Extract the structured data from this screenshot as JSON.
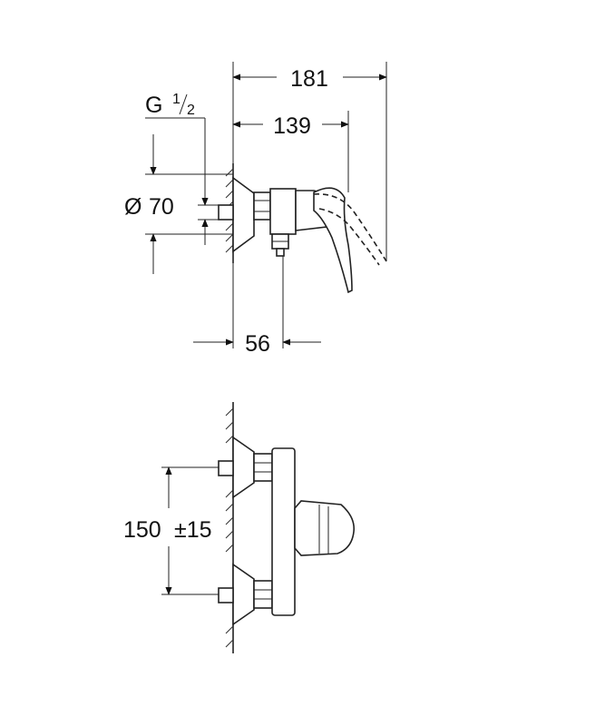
{
  "top_view": {
    "dim_overall": "181",
    "dim_handle": "139",
    "dim_depth": "56",
    "dim_diameter": "70",
    "diameter_symbol": "Ø",
    "thread_prefix": "G",
    "thread_num": "1",
    "thread_den": "2"
  },
  "front_view": {
    "dim_spacing": "150",
    "dim_tolerance": "±15"
  }
}
